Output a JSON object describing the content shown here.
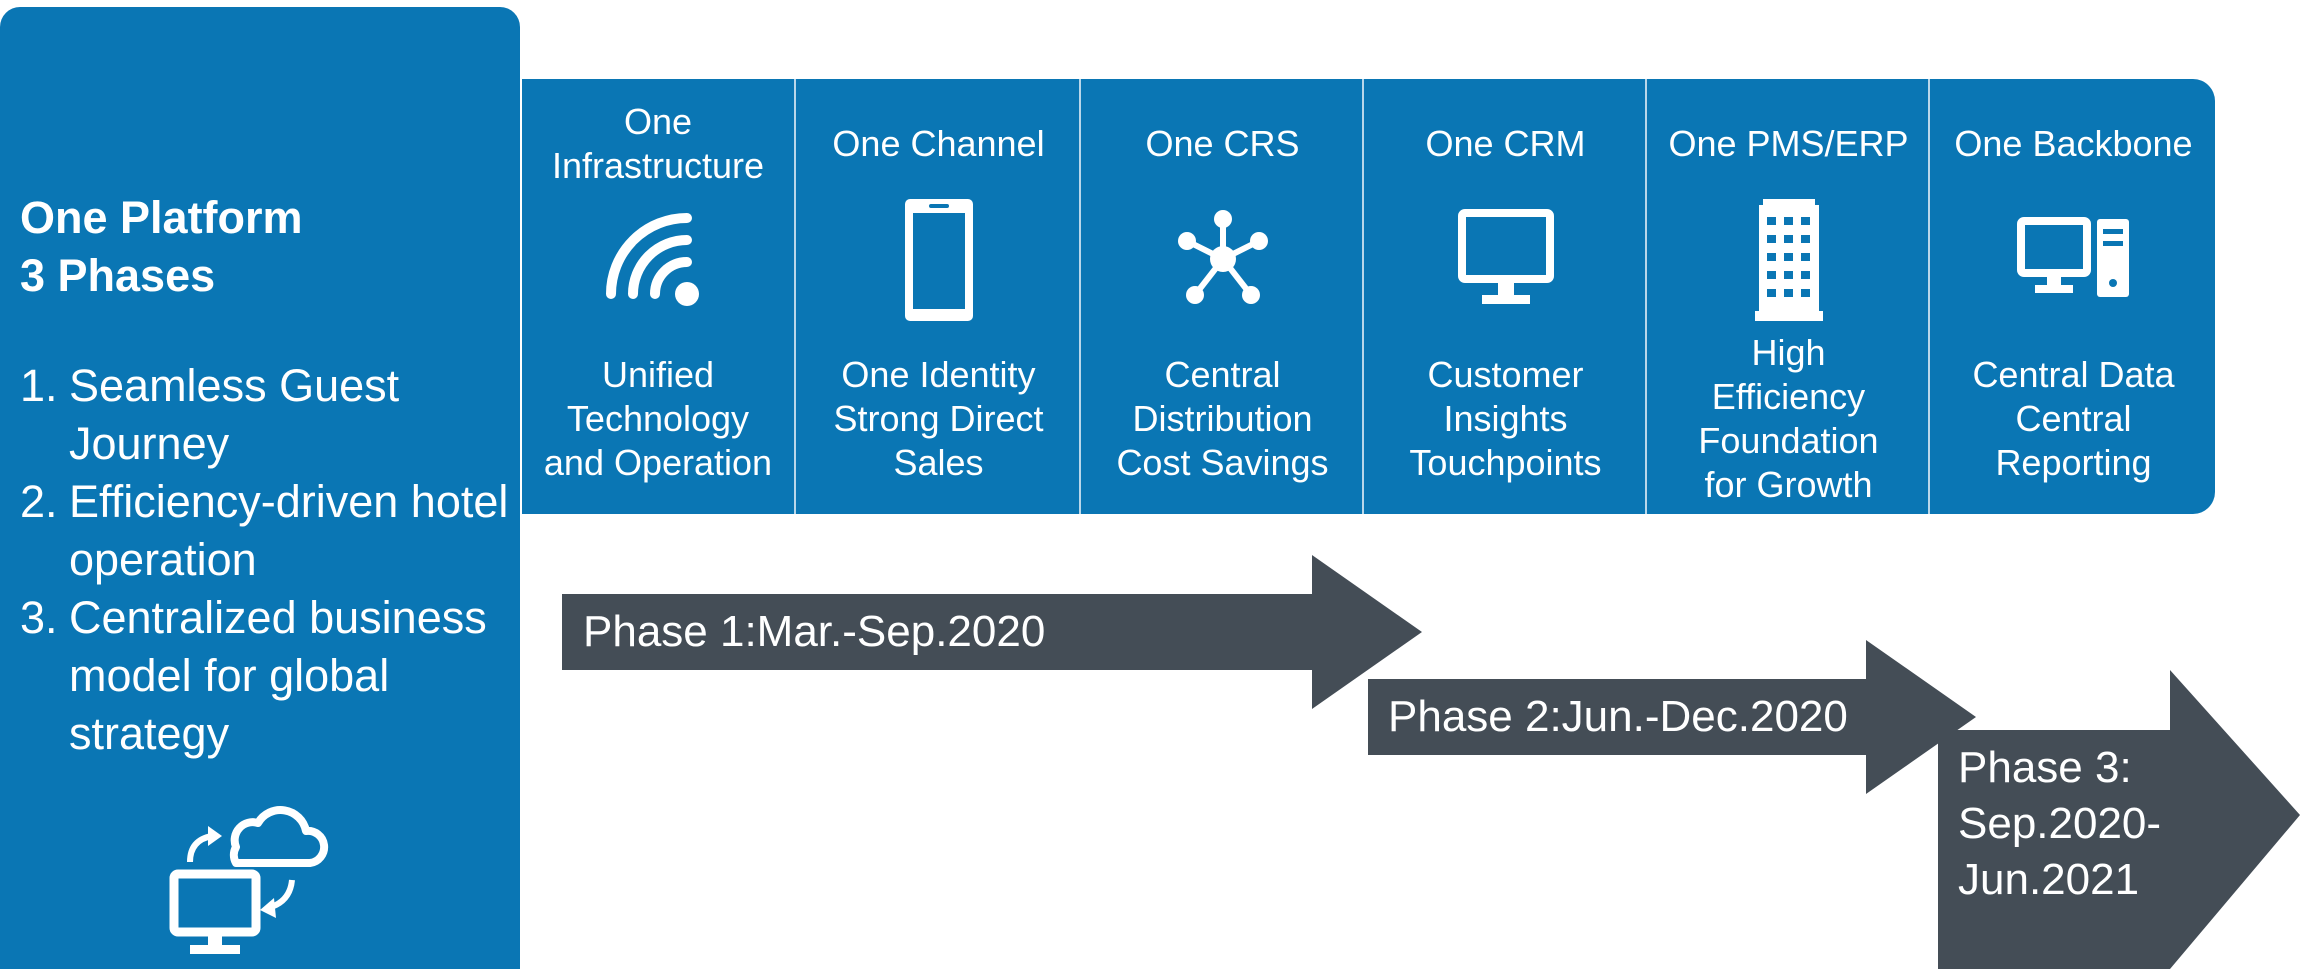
{
  "sidebar": {
    "title_line1": "One Platform",
    "title_line2": "3 Phases",
    "goals": [
      {
        "num": "1.",
        "text": "Seamless Guest Journey"
      },
      {
        "num": "2.",
        "text": "Efficiency-driven hotel operation"
      },
      {
        "num": "3.",
        "text": "Centralized business model for global strategy"
      }
    ],
    "icon": "computer-cloud-sync-icon"
  },
  "pillars": [
    {
      "title": "One Infrastructure",
      "icon": "wifi-icon",
      "description": "Unified\nTechnology\nand Operation"
    },
    {
      "title": "One Channel",
      "icon": "smartphone-icon",
      "description": "One Identity\nStrong Direct\nSales"
    },
    {
      "title": "One CRS",
      "icon": "hub-network-icon",
      "description": "Central\nDistribution\nCost Savings"
    },
    {
      "title": "One CRM",
      "icon": "monitor-icon",
      "description": "Customer\nInsights\nTouchpoints"
    },
    {
      "title": "One PMS/ERP",
      "icon": "building-icon",
      "description": "High\nEfficiency\nFoundation\nfor Growth"
    },
    {
      "title": "One Backbone",
      "icon": "desktop-tower-icon",
      "description": "Central Data\nCentral\nReporting"
    }
  ],
  "phases": [
    {
      "label": "Phase 1:Mar.-Sep.2020"
    },
    {
      "label": "Phase 2:Jun.-Dec.2020"
    },
    {
      "label": "Phase 3:\nSep.2020-\nJun.2021"
    }
  ],
  "colors": {
    "panel": "#0a76b4",
    "arrow": "#444d56",
    "divider": "#b9d7ea",
    "text": "#ffffff"
  }
}
